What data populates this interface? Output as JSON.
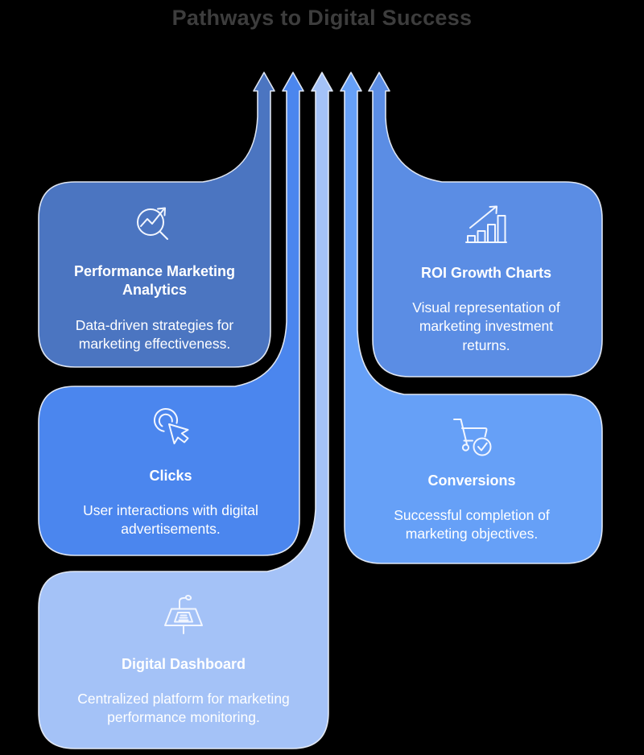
{
  "title": "Pathways to Digital Success",
  "theme": {
    "background": "#000000",
    "title_color": "#3d3d3d",
    "card_text_color": "#ffffff",
    "outline_color": "#e7edf9"
  },
  "cards": [
    {
      "id": "performance-marketing-analytics",
      "title": "Performance Marketing Analytics",
      "description": "Data-driven strategies for marketing effectiveness.",
      "color": "#4b75c1",
      "icon": "magnifier-trend-icon"
    },
    {
      "id": "roi-growth-charts",
      "title": "ROI Growth Charts",
      "description": "Visual representation of marketing investment returns.",
      "color": "#5b8de4",
      "icon": "bar-chart-growth-icon"
    },
    {
      "id": "clicks",
      "title": "Clicks",
      "description": "User interactions with digital advertisements.",
      "color": "#4b86ee",
      "icon": "cursor-click-icon"
    },
    {
      "id": "conversions",
      "title": "Conversions",
      "description": "Successful completion of marketing objectives.",
      "color": "#66a0f7",
      "icon": "cart-check-icon"
    },
    {
      "id": "digital-dashboard",
      "title": "Digital Dashboard",
      "description": "Centralized platform for marketing performance monitoring.",
      "color": "#a4c2f7",
      "icon": "podium-dashboard-icon"
    }
  ]
}
